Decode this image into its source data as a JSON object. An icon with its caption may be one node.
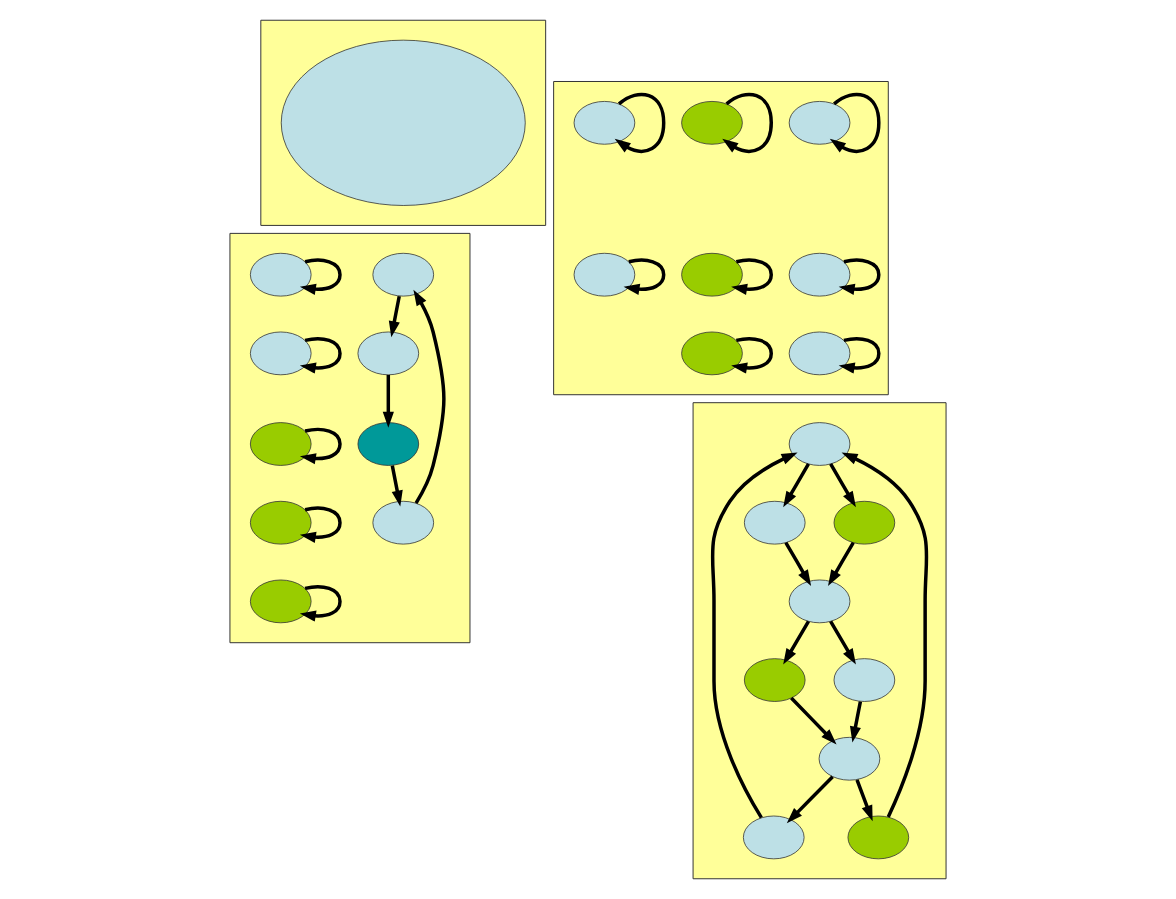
{
  "diagram": {
    "nodes": [
      {
        "text": [],
        "shape": "box"
      },
      {
        "text": [],
        "shape": "ellipse",
        "in": 0
      },
      {
        "text": [],
        "shape": "box"
      },
      {
        "text": [],
        "shape": "ellipse",
        "in": 2
      },
      {
        "text": [],
        "shape": "ellipse",
        "in": 2
      },
      {
        "text": [],
        "shape": "ellipse",
        "in": 2
      },
      {
        "text": [],
        "shape": "ellipse",
        "in": 2
      },
      {
        "text": [],
        "shape": "ellipse",
        "in": 2
      },
      {
        "text": [],
        "shape": "ellipse",
        "in": 2
      },
      {
        "text": [],
        "shape": "ellipse",
        "in": 2
      },
      {
        "text": [],
        "shape": "ellipse",
        "in": 2
      },
      {
        "text": [],
        "shape": "box"
      },
      {
        "text": [],
        "shape": "ellipse",
        "in": 11
      },
      {
        "text": [],
        "shape": "ellipse",
        "in": 11
      },
      {
        "text": [],
        "shape": "ellipse",
        "in": 11
      },
      {
        "text": [],
        "shape": "ellipse",
        "in": 11
      },
      {
        "text": [],
        "shape": "ellipse",
        "in": 11
      },
      {
        "text": [],
        "shape": "ellipse",
        "in": 11
      },
      {
        "text": [],
        "shape": "ellipse",
        "in": 11
      },
      {
        "text": [],
        "shape": "ellipse",
        "in": 11
      },
      {
        "text": [],
        "shape": "ellipse",
        "in": 11
      },
      {
        "text": [],
        "shape": "box"
      },
      {
        "text": [],
        "shape": "ellipse",
        "in": 21
      },
      {
        "text": [],
        "shape": "ellipse",
        "in": 21
      },
      {
        "text": [],
        "shape": "ellipse",
        "in": 21
      },
      {
        "text": [],
        "shape": "ellipse",
        "in": 21
      },
      {
        "text": [],
        "shape": "ellipse",
        "in": 21
      },
      {
        "text": [],
        "shape": "ellipse",
        "in": 21
      },
      {
        "text": [],
        "shape": "ellipse",
        "in": 21
      },
      {
        "text": [],
        "shape": "ellipse",
        "in": 21
      },
      {
        "text": [],
        "shape": "ellipse",
        "in": 21
      }
    ],
    "edges": [
      {
        "from": 3,
        "to": 3,
        "arrow": "to"
      },
      {
        "from": 4,
        "to": 4,
        "arrow": "to"
      },
      {
        "from": 5,
        "to": 5,
        "arrow": "to"
      },
      {
        "from": 6,
        "to": 6,
        "arrow": "to"
      },
      {
        "from": 7,
        "to": 7,
        "arrow": "to"
      },
      {
        "from": 8,
        "to": 8,
        "arrow": "to"
      },
      {
        "from": 9,
        "to": 9,
        "arrow": "to"
      },
      {
        "from": 10,
        "to": 10,
        "arrow": "to"
      },
      {
        "from": 12,
        "to": 13,
        "arrow": "to"
      },
      {
        "from": 13,
        "to": 15,
        "arrow": "to"
      },
      {
        "from": 15,
        "to": 14,
        "arrow": "to"
      },
      {
        "from": 14,
        "to": 12,
        "arrow": "to"
      },
      {
        "from": 16,
        "to": 16,
        "arrow": "to"
      },
      {
        "from": 17,
        "to": 17,
        "arrow": "to"
      },
      {
        "from": 18,
        "to": 18,
        "arrow": "to"
      },
      {
        "from": 19,
        "to": 19,
        "arrow": "to"
      },
      {
        "from": 20,
        "to": 20,
        "arrow": "to"
      },
      {
        "from": 22,
        "to": 23,
        "arrow": "to"
      },
      {
        "from": 24,
        "to": 22,
        "arrow": "to"
      },
      {
        "from": 22,
        "to": 25,
        "arrow": "to"
      },
      {
        "from": 26,
        "to": 22,
        "arrow": "to"
      },
      {
        "from": 23,
        "to": 27,
        "arrow": "to"
      },
      {
        "from": 25,
        "to": 27,
        "arrow": "to"
      },
      {
        "from": 27,
        "to": 28,
        "arrow": "to"
      },
      {
        "from": 28,
        "to": 29,
        "arrow": "to"
      },
      {
        "from": 27,
        "to": 30,
        "arrow": "to"
      },
      {
        "from": 30,
        "to": 29,
        "arrow": "to"
      },
      {
        "from": 29,
        "to": 26,
        "arrow": "to"
      },
      {
        "from": 29,
        "to": 24,
        "arrow": "to"
      }
    ]
  }
}
